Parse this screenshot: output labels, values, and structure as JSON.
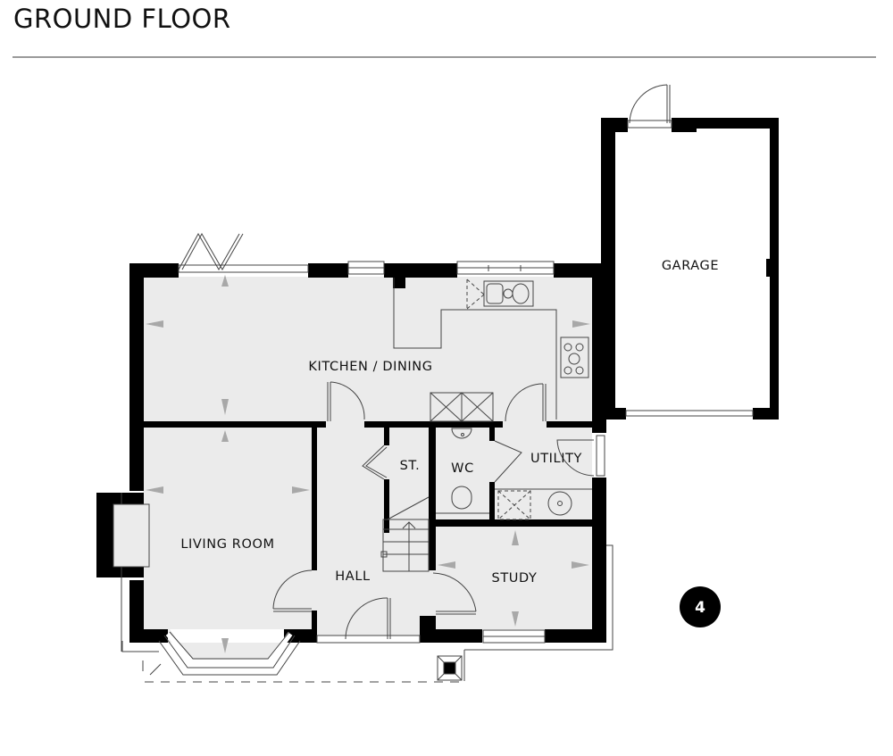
{
  "header": {
    "title": "GROUND FLOOR"
  },
  "rooms": {
    "kitchen_dining": "KITCHEN / DINING",
    "garage": "GARAGE",
    "living_room": "LIVING ROOM",
    "hall": "HALL",
    "store": "ST.",
    "wc": "WC",
    "utility": "UTILITY",
    "study": "STUDY"
  },
  "badge": {
    "plot_number": "4"
  },
  "colors": {
    "floor_fill": "#ebebeb",
    "wall": "#000000",
    "dimension_marker": "#a8a8a8",
    "rule": "#9a9a9a"
  }
}
